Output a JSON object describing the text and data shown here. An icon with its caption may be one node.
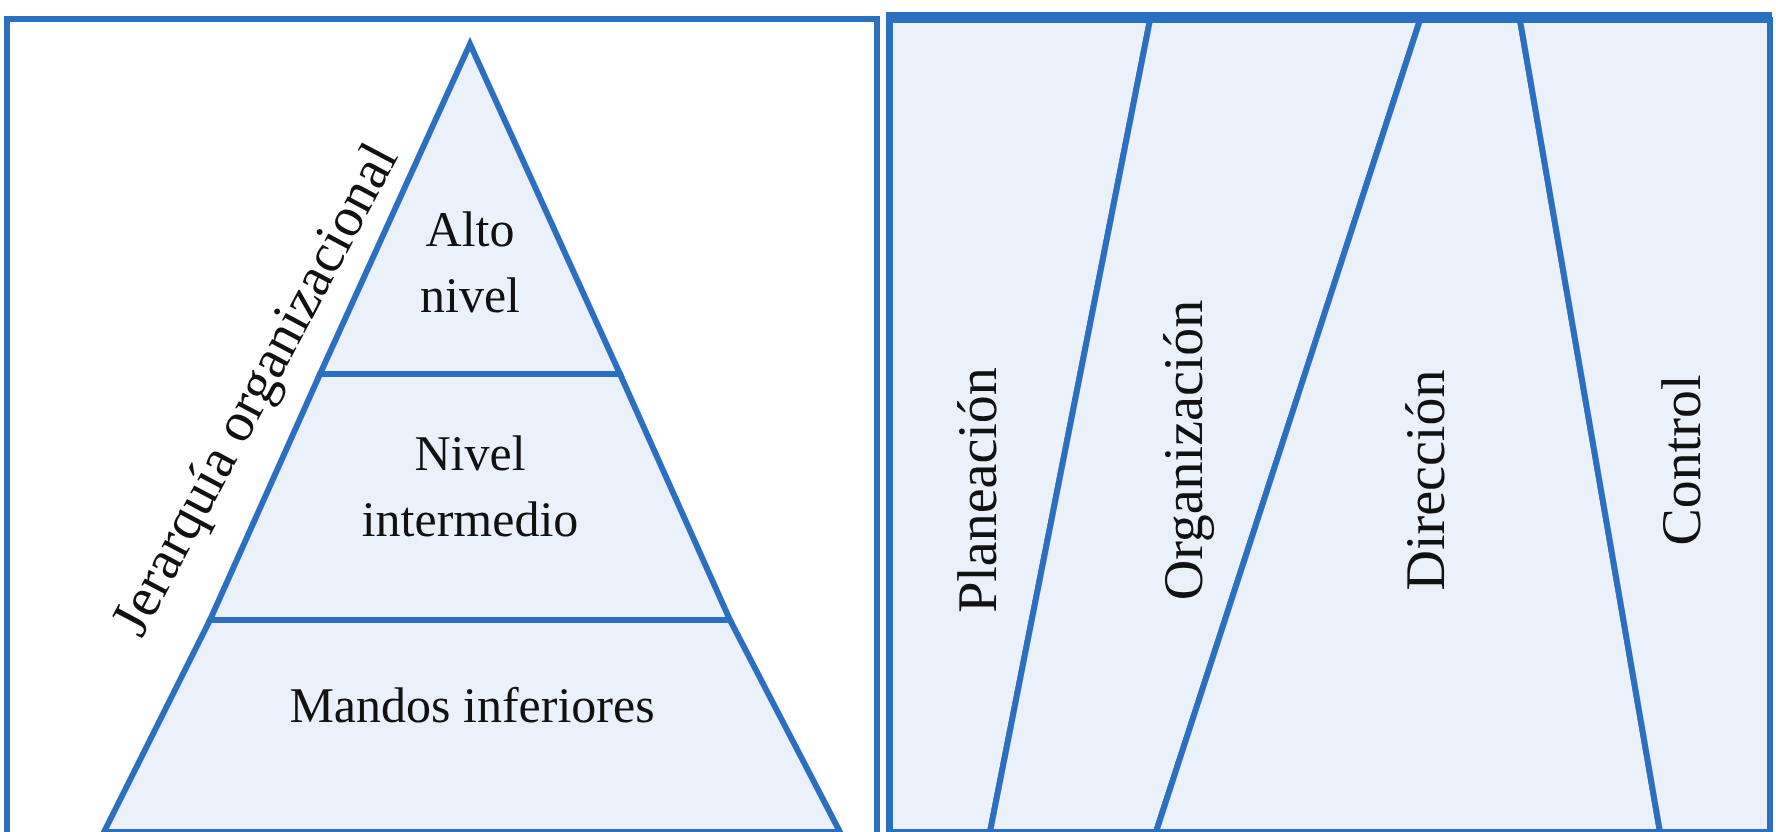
{
  "diagram": {
    "nodes": [
      {
        "text": [
          "Alto nivel"
        ]
      },
      {
        "text": [
          "Nivel intermedio"
        ]
      },
      {
        "text": [
          "Mandos inferiores"
        ]
      },
      {
        "text": [
          "Planeación"
        ]
      },
      {
        "text": [
          "Organización"
        ]
      },
      {
        "text": [
          "Dirección"
        ]
      },
      {
        "text": [
          "Control"
        ]
      }
    ],
    "labels": [
      "Jerarquía organizacional"
    ]
  }
}
